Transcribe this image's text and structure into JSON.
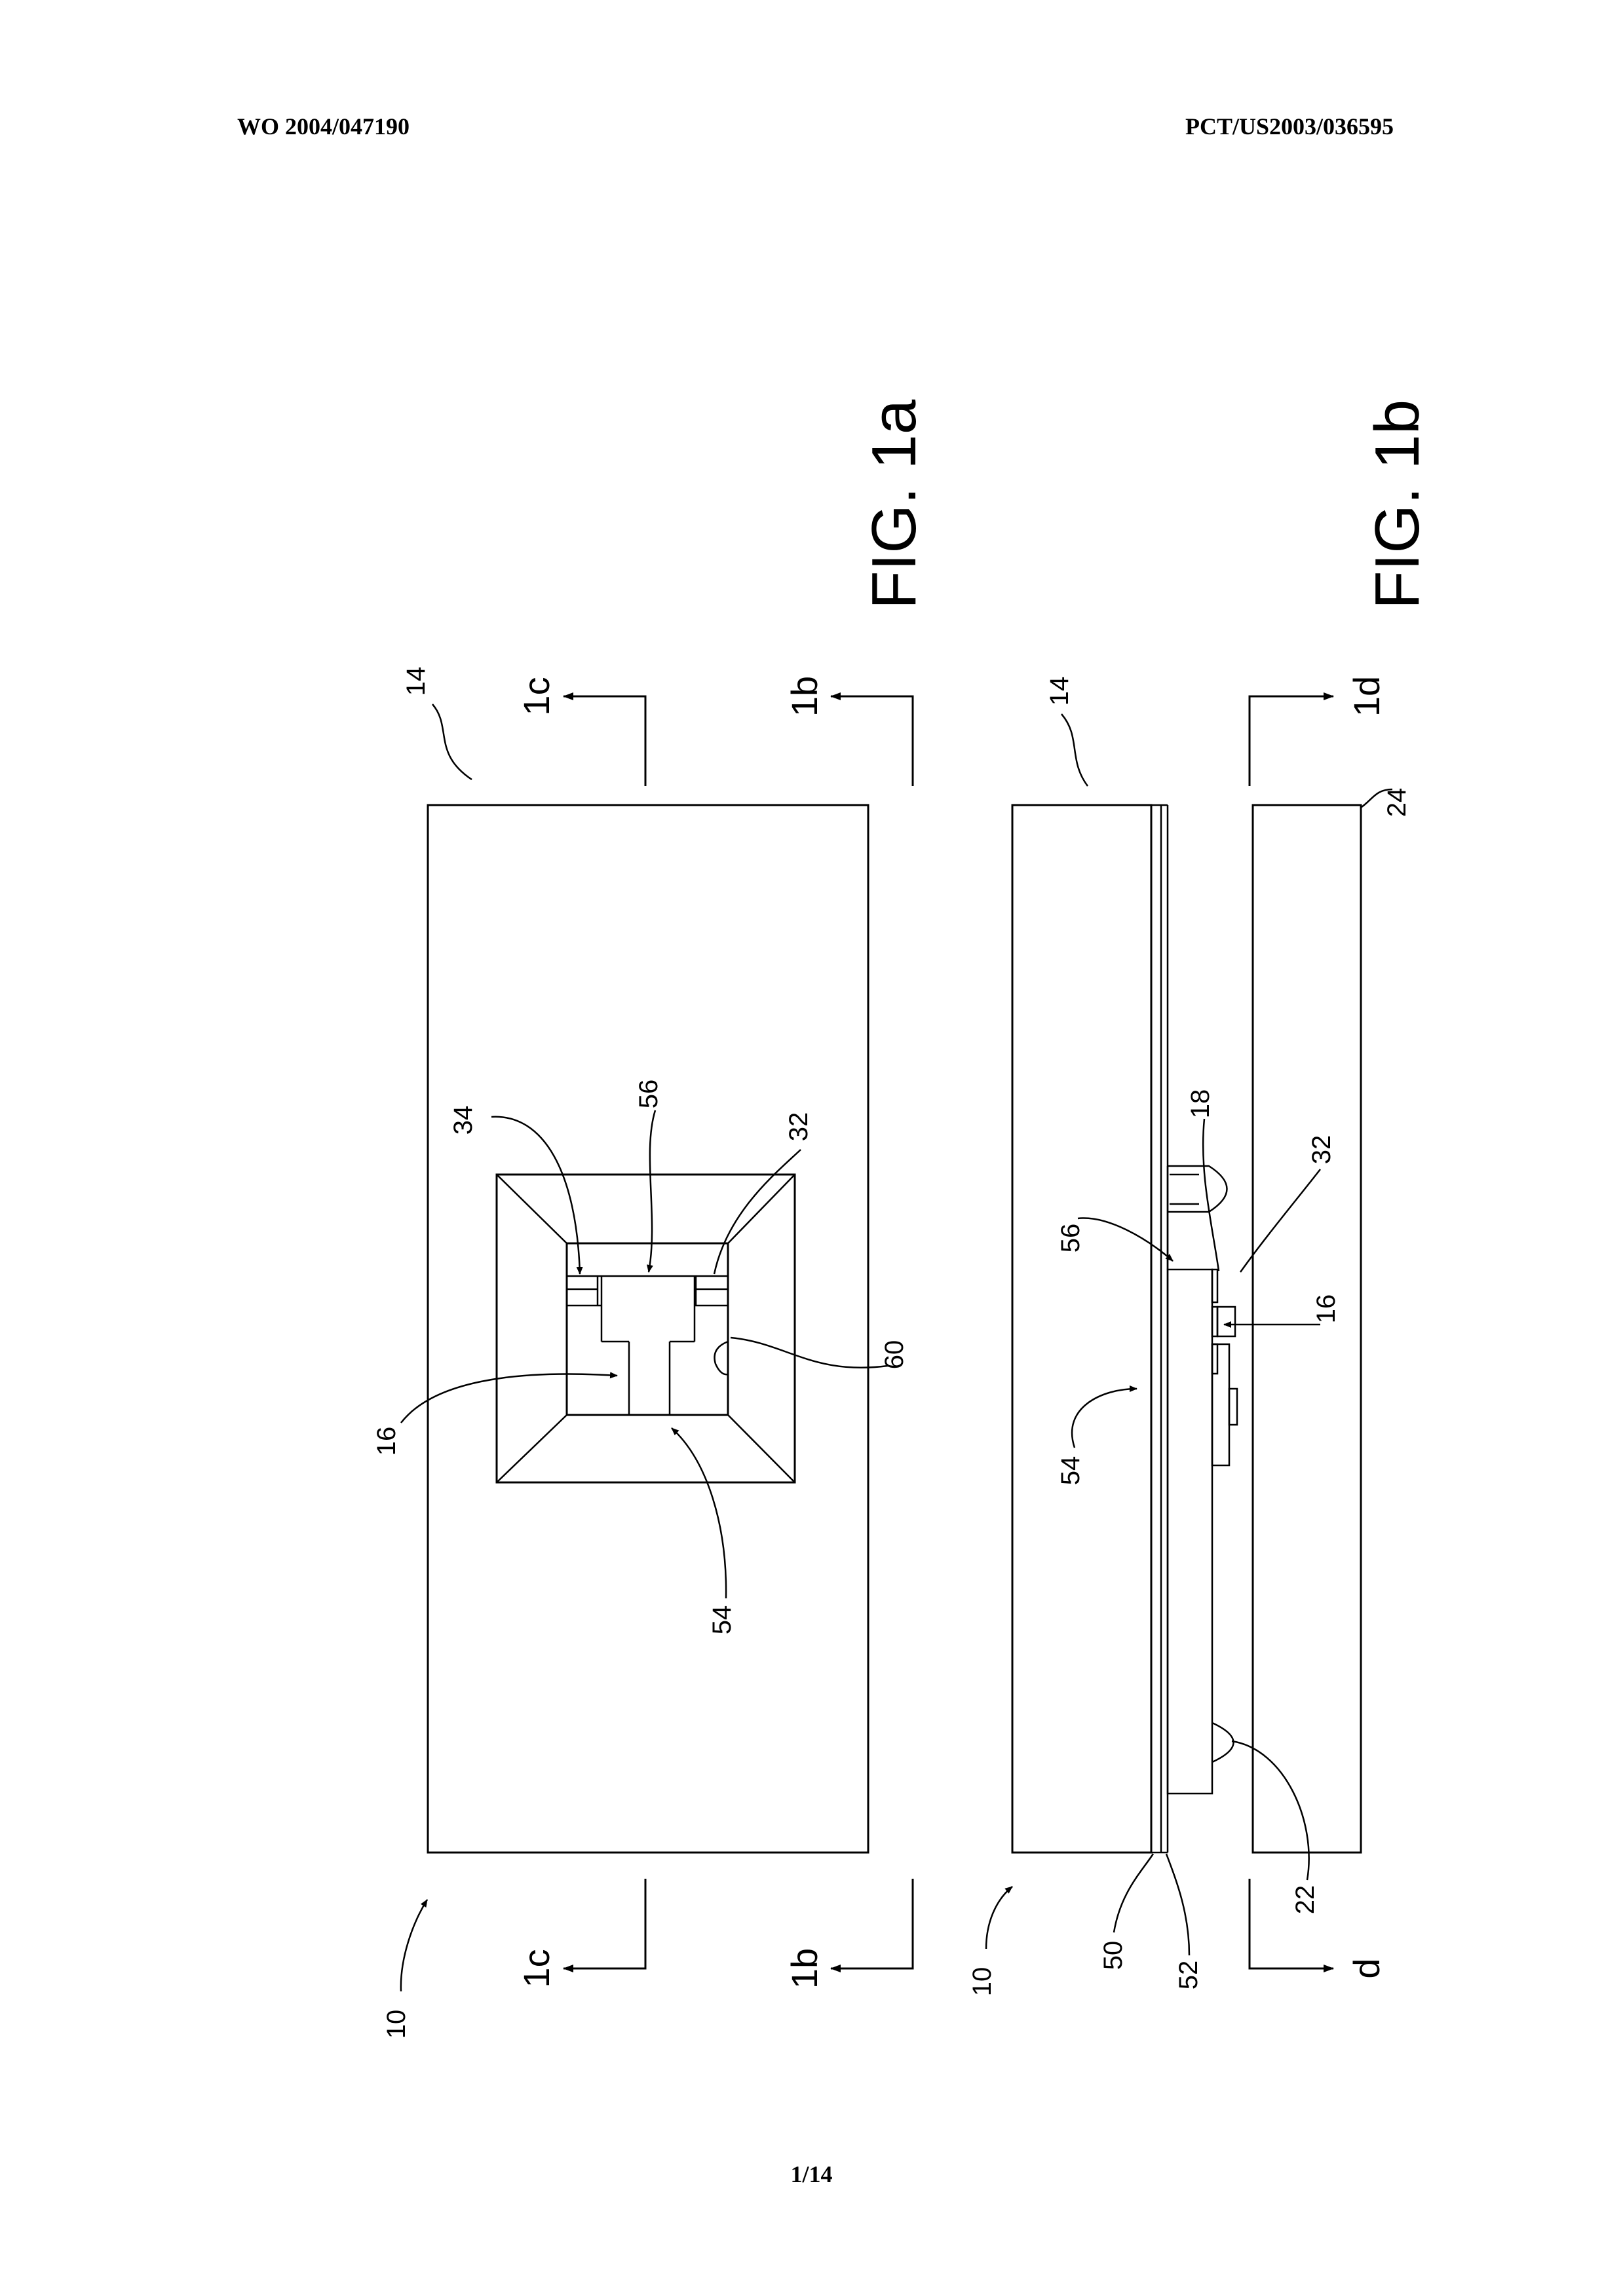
{
  "header": {
    "publication_number": "WO 2004/047190",
    "application_number": "PCT/US2003/036595"
  },
  "footer": {
    "page_number": "1/14"
  },
  "figures": {
    "fig_1a": {
      "title": "FIG. 1a",
      "section_labels": {
        "top_left": "1c",
        "top_right": "1b",
        "bottom_left": "1c",
        "bottom_right": "1b"
      },
      "refs": {
        "assembly": "10",
        "substrate": "14",
        "chip": "16",
        "bond_pad_32": "32",
        "bond_pad_34": "34",
        "frame_54": "54",
        "frame_56": "56",
        "edge_60": "60"
      }
    },
    "fig_1b": {
      "title": "FIG. 1b",
      "section_labels": {
        "top": "1d",
        "bottom": "d"
      },
      "refs": {
        "assembly": "10",
        "substrate": "14",
        "chip": "16",
        "spacer": "18",
        "bump": "22",
        "cover": "24",
        "bond_pad": "32",
        "layer_50": "50",
        "layer_52": "52",
        "frame_54": "54",
        "frame_56": "56"
      }
    }
  }
}
